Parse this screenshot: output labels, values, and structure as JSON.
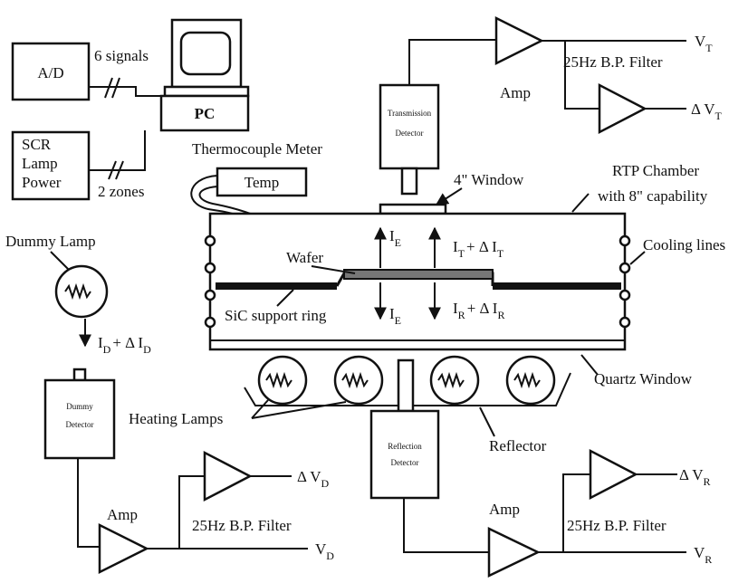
{
  "blocks": {
    "ad": "A/D",
    "pc": "PC",
    "scr_line1": "SCR",
    "scr_line2": "Lamp",
    "scr_line3": "Power",
    "temp": "Temp",
    "transmission_detector": "Transmission",
    "transmission_detector_line2": "Detector",
    "dummy_detector": "Dummy",
    "dummy_detector_line2": "Detector",
    "reflection_detector": "Reflection",
    "reflection_detector_line2": "Detector"
  },
  "labels": {
    "six_signals": "6 signals",
    "two_zones": "2 zones",
    "thermocouple_meter": "Thermocouple Meter",
    "window_4in": "4\" Window",
    "rtp_chamber_line1": "RTP Chamber",
    "rtp_chamber_line2": "with 8\" capability",
    "cooling_lines": "Cooling lines",
    "quartz_window": "Quartz Window",
    "reflector": "Reflector",
    "heating_lamps": "Heating Lamps",
    "dummy_lamp": "Dummy Lamp",
    "wafer": "Wafer",
    "sic_ring": "SiC support ring",
    "amp_top": "Amp",
    "amp_dummy": "Amp",
    "amp_refl": "Amp",
    "filter_top": "25Hz B.P. Filter",
    "filter_dummy": "25Hz B.P. Filter",
    "filter_refl": "25Hz B.P. Filter"
  },
  "signals": {
    "vt_main": "V",
    "vt_sub": "T",
    "dvt_main": "Δ V",
    "dvt_sub": "T",
    "vd_main": "V",
    "vd_sub": "D",
    "dvd_main": "Δ V",
    "dvd_sub": "D",
    "vr_main": "V",
    "vr_sub": "R",
    "dvr_main": "Δ V",
    "dvr_sub": "R",
    "ie_up": "I",
    "ie_up_sub": "E",
    "ie_down": "I",
    "ie_down_sub": "E",
    "it_a": "I",
    "it_a_sub": "T",
    "it_b": "+ Δ I",
    "it_b_sub": "T",
    "ir_a": "I",
    "ir_a_sub": "R",
    "ir_b": "+ Δ I",
    "ir_b_sub": "R",
    "id_a": "I",
    "id_a_sub": "D",
    "id_b": "+ Δ I",
    "id_b_sub": "D"
  }
}
